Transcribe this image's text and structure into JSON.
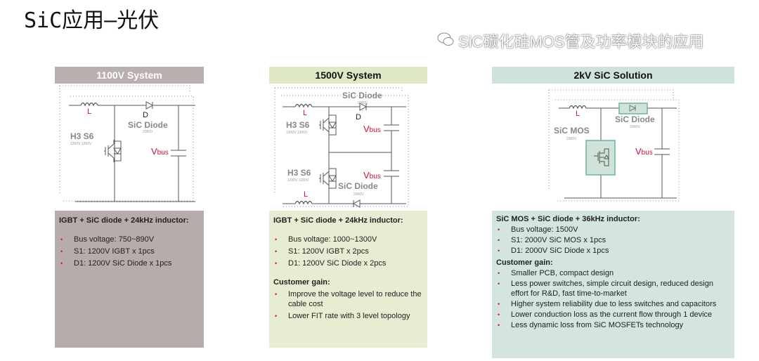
{
  "page_title": "SiC应用—光伏",
  "panels": [
    {
      "header": "1100V System",
      "header_bg": "#b9afaf",
      "body_bg": "#b7acac",
      "circuit": {
        "inductor": "L",
        "diode": "D",
        "diode_name": "SiC Diode",
        "diode_rating": "2000V",
        "switch_name": "H3 S6",
        "switch_rating": "1200V 1200V",
        "vbus": "V",
        "vbus_sub": "bus"
      },
      "heading": "IGBT + SiC diode + 24kHz inductor:",
      "bullets": [
        "Bus voltage: 750~890V",
        "S1: 1200V IGBT x 1pcs",
        "D1: 1200V SiC Diode x 1pcs"
      ]
    },
    {
      "header": "1500V System",
      "header_bg": "#dfe8c5",
      "body_bg": "#e6edd2",
      "circuit": {
        "inductor": "L",
        "diode": "D",
        "diode_name": "SiC Diode",
        "diode_rating": "2000V",
        "switch_name": "H3 S6",
        "switch_rating": "1200V 1200V",
        "vbus": "V",
        "vbus_sub": "bus",
        "diode2_name": "SiC Diode",
        "diode2_rating": "2000V"
      },
      "heading": "IGBT + SiC diode + 24kHz inductor:",
      "bullets": [
        "Bus voltage: 1000~1300V",
        "S1: 1200V IGBT x 2pcs",
        "D1: 1200V SiC Diode x 2pcs"
      ],
      "gain_heading": "Customer gain:",
      "gain_bullets": [
        "Improve the voltage level to reduce the cable cost",
        "Lower FIT rate with 3 level topology"
      ]
    },
    {
      "header": "2kV SiC Solution",
      "header_bg": "#cfe1db",
      "body_bg": "#d4e5e0",
      "circuit": {
        "inductor": "L",
        "diode_name": "SiC Diode",
        "diode_rating": "2000V",
        "switch_name": "SiC MOS",
        "switch_rating": "2000V",
        "vbus": "V",
        "vbus_sub": "bus"
      },
      "heading": "SiC MOS + SiC diode + 36kHz inductor:",
      "bullets": [
        "Bus voltage: 1500V",
        "S1: 2000V SiC MOS x 1pcs",
        "D1: 2000V SiC Diode x 1pcs"
      ],
      "gain_heading": "Customer gain:",
      "gain_bullets": [
        "Smaller PCB, compact design",
        "Less power switches, simple circuit design, reduced design effort for R&D, fast time-to-market",
        "Higher system reliability due to less switches and capacitors",
        "Lower conduction loss as the current flow through 1 device",
        "Less dynamic loss from SiC MOSFETs technology"
      ]
    }
  ],
  "colors": {
    "accent_red": "#d0103a",
    "wire": "#555555",
    "mos_box": "#6db59a"
  },
  "watermark": "SiC碳化硅MOS管及功率模块的应用"
}
